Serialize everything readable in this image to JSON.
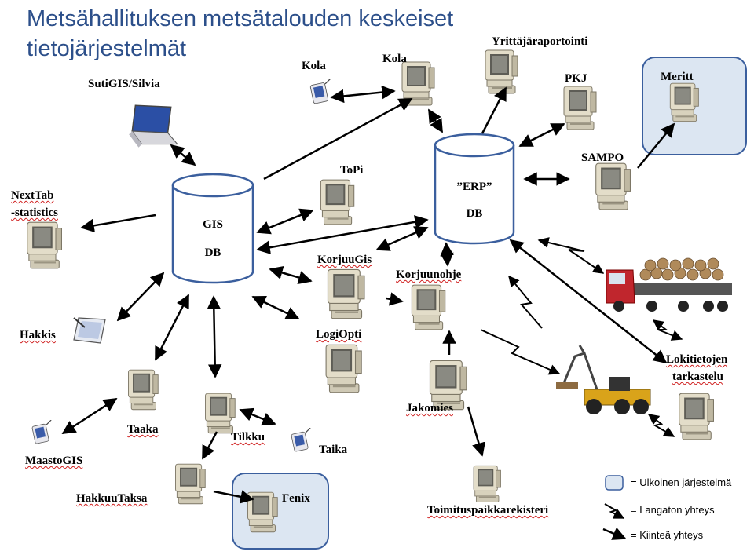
{
  "title_line1": "Metsähallituksen metsätalouden keskeiset",
  "title_line2": "tietojärjestelmät",
  "databases": {
    "gis": {
      "line1": "GIS",
      "line2": "DB"
    },
    "erp": {
      "line1": "”ERP”",
      "line2": "DB"
    }
  },
  "labels": {
    "kola_handheld": "Kola",
    "kola_pc": "Kola",
    "yrittajaraportointi": "Yrittäjäraportointi",
    "sutigis": "SutiGIS/Silvia",
    "pkj": "PKJ",
    "meritt": "Meritt",
    "sampo": "SAMPO",
    "topi": "ToPi",
    "nexttab_1": "NextTab",
    "nexttab_2": "-statistics",
    "korjuugis": "KorjuuGis",
    "korjuunohje": "Korjuunohje",
    "hakkis": "Hakkis",
    "logiopti": "LogiOpti",
    "lokitietojen_1": "Lokitietojen",
    "lokitietojen_2": "tarkastelu",
    "taaka": "Taaka",
    "tilkku": "Tilkku",
    "jakomies": "Jakomies",
    "taika": "Taika",
    "maastogis": "MaastoGIS",
    "hakkuutaksa": "HakkuuTaksa",
    "fenix": "Fenix",
    "toimituspaikkarekisteri": "Toimituspaikkarekisteri"
  },
  "legend": {
    "external": "= Ulkoinen järjestelmä",
    "wireless": "= Langaton yhteys",
    "wired": "= Kiinteä yhteys"
  },
  "colors": {
    "title": "#2c4f8a",
    "external_box_fill": "#dce6f2",
    "external_box_stroke": "#3b5f9e",
    "arrow": "#000000"
  }
}
